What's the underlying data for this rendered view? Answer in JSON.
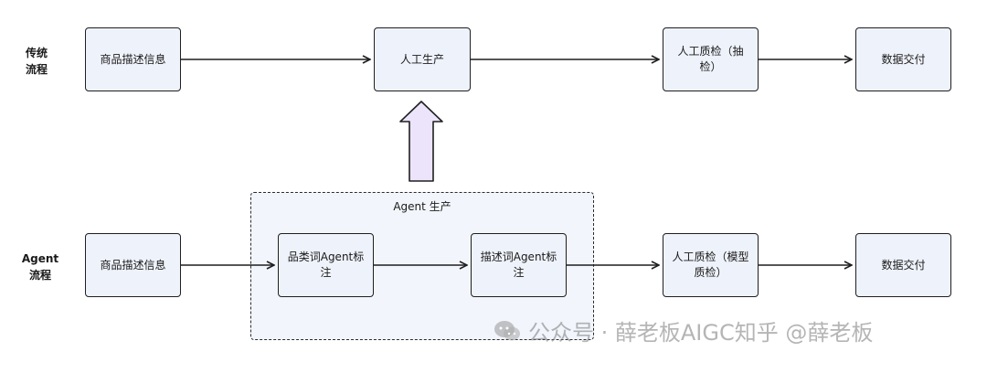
{
  "rows": {
    "traditional": {
      "label_line1": "传统",
      "label_line2": "流程",
      "nodes": [
        "商品描述信息",
        "人工生产",
        "人工质检（抽检）",
        "数据交付"
      ]
    },
    "agent": {
      "label_line1": "Agent",
      "label_line2": "流程",
      "nodes": [
        "商品描述信息",
        "品类词Agent标注",
        "描述词Agent标注",
        "人工质检（模型质检）",
        "数据交付"
      ]
    }
  },
  "group": {
    "title": "Agent 生产"
  },
  "watermark": {
    "text": "公众号 · 薛老板AIGC知乎 @薛老板"
  },
  "colors": {
    "box_fill": "#eef2fa",
    "group_fill": "#f2f6fc",
    "up_arrow_fill": "#ece4fb",
    "stroke": "#1f1f1f"
  }
}
